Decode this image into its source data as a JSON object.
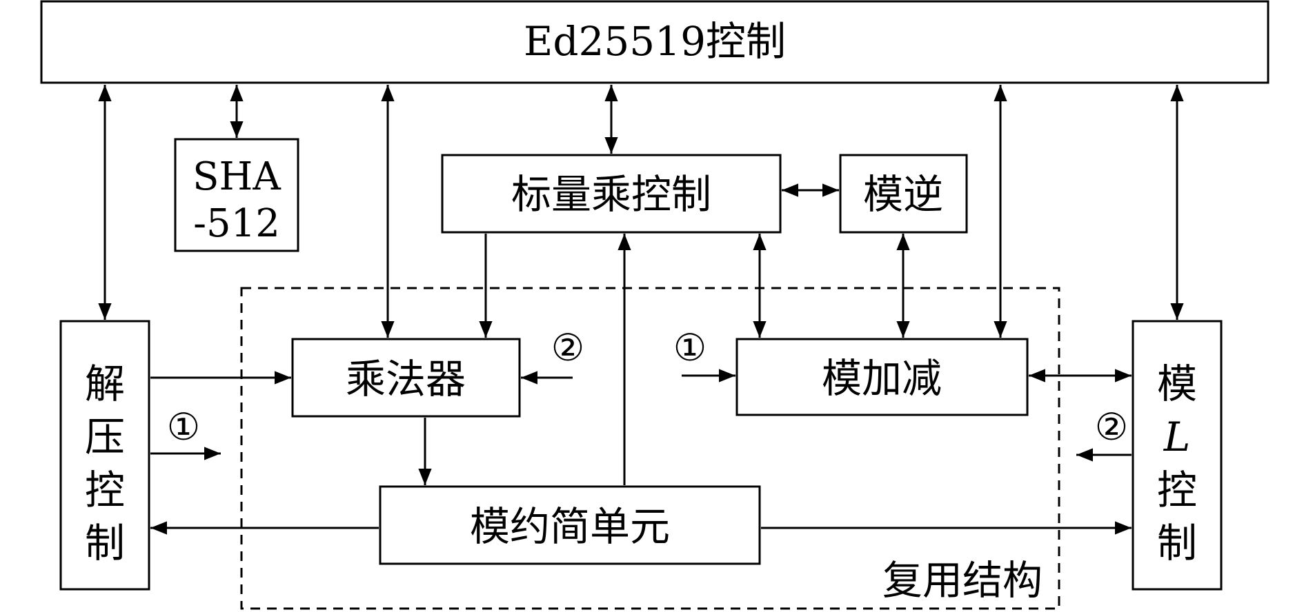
{
  "blocks": {
    "ed25519": "Ed25519控制",
    "sha_line1": "SHA",
    "sha_line2": "-512",
    "scalar_mult_ctrl": "标量乘控制",
    "mod_inverse": "模逆",
    "multiplier": "乘法器",
    "mod_add_sub": "模加减",
    "mod_reduction": "模约简单元",
    "decompress_ctrl": [
      "解",
      "压",
      "控",
      "制"
    ],
    "mod_l_ctrl": [
      "模",
      "L",
      "控",
      "制"
    ]
  },
  "labels": {
    "reuse_structure": "复用结构",
    "marker_1": "①",
    "marker_2": "②"
  }
}
